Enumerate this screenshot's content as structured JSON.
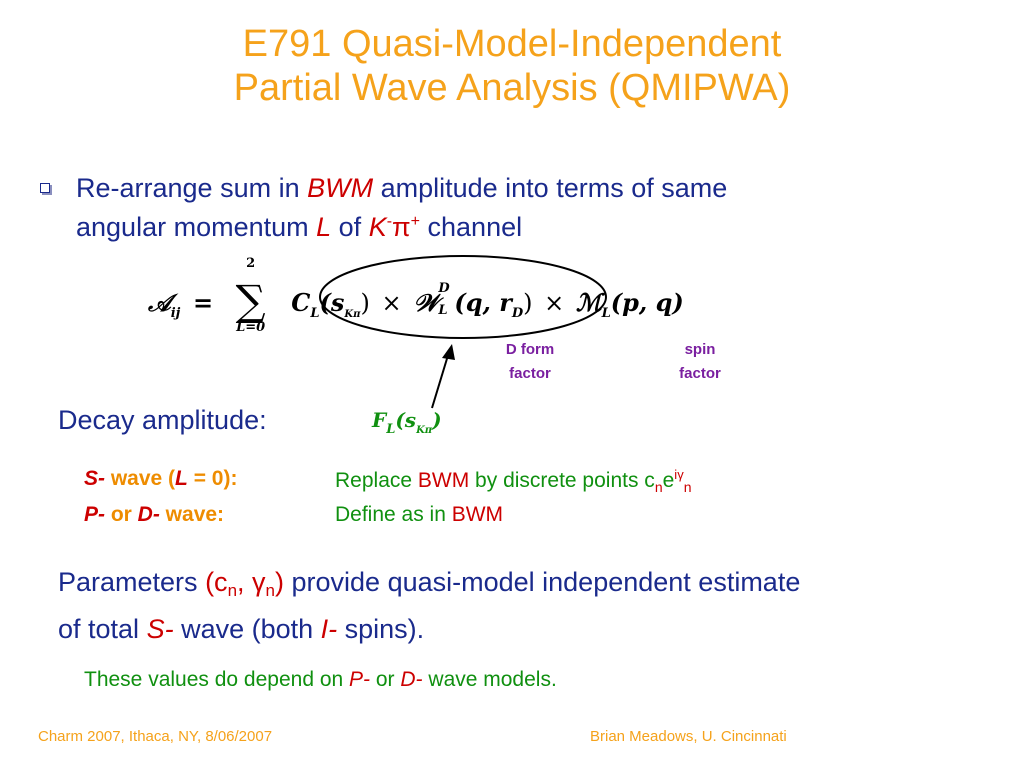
{
  "title": {
    "line1": "E791 Quasi-Model-Independent",
    "line2": "Partial Wave Analysis (QMIPWA)"
  },
  "bullet": {
    "part1": "Re-arrange sum in ",
    "bwm": "BWM",
    "part2": " amplitude into terms of same",
    "part3": "angular momentum ",
    "L": "L",
    "part4": " of ",
    "K": "K",
    "K_sup": "-",
    "pi": "π",
    "pi_sup": "+",
    "part5": " channel"
  },
  "formula": {
    "lhs": "𝒜",
    "lhs_sub": "ij",
    "equals": "=",
    "sum_top": "2",
    "sum_bottom": "L=0",
    "c_term": "C",
    "c_sub": "L",
    "c_arg": "(s",
    "c_arg_sub": "Kπ",
    "c_close": ")",
    "times1": "×",
    "w_term": "𝒲",
    "w_sub": "L",
    "w_sup": "D",
    "w_arg": "(q, r",
    "w_arg_sub": "D",
    "w_close": ")",
    "times2": "×",
    "m_term": "ℳ",
    "m_sub": "L",
    "m_arg": "(p, q)"
  },
  "labels": {
    "d_form_1": "D form",
    "d_form_2": "factor",
    "spin_1": "spin",
    "spin_2": "factor"
  },
  "decay": {
    "label": "Decay amplitude:",
    "fl": "F",
    "fl_sub": "L",
    "fl_arg": "(s",
    "fl_arg_sub": "Kπ",
    "fl_close": ")"
  },
  "swave": {
    "s": "S-",
    "wave": " wave (",
    "L": "L",
    "eq": " = 0):",
    "replace": "Replace ",
    "bwm": "BWM",
    "by": " by discrete points c",
    "n1": "n",
    "e": "e",
    "i": "i",
    "gamma": "γ",
    "n2": "n"
  },
  "pdwave": {
    "p": "P-",
    "or": " or ",
    "d": "D-",
    "wave": " wave:",
    "define": "Define as in ",
    "bwm": "BWM"
  },
  "params": {
    "part1": "Parameters ",
    "open": "(c",
    "n1": "n",
    "comma": ", ",
    "gamma": "γ",
    "n2": "n",
    "close": ")",
    "part2": " provide quasi-model independent estimate",
    "part3": "of total ",
    "s": "S-",
    "part4": " wave (both ",
    "i": "I-",
    "part5": " spins)."
  },
  "note": {
    "part1": "These values do depend on ",
    "p": "P-",
    "or": " or ",
    "d": "D-",
    "part2": " wave models."
  },
  "footer": {
    "left": "Charm 2007, Ithaca, NY, 8/06/2007",
    "right": "Brian Meadows, U. Cincinnati"
  },
  "colors": {
    "title": "#f5a21b",
    "body": "#1a2a8c",
    "red": "#cc0000",
    "green": "#109010",
    "orange": "#ee8c00",
    "purple": "#7a1fa0"
  }
}
